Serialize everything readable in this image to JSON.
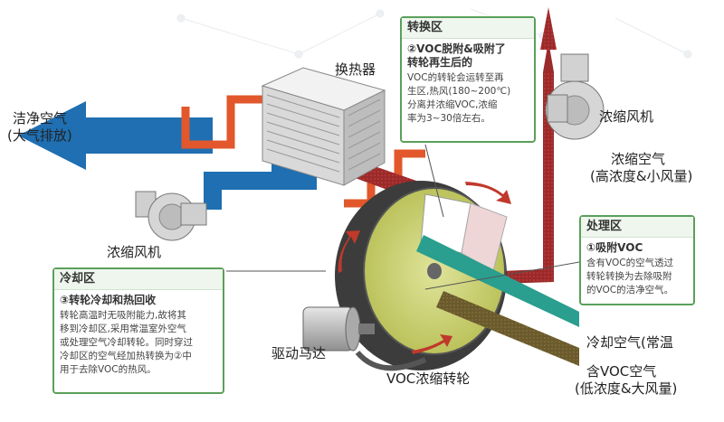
{
  "labels": {
    "heat_exchanger": "换热器",
    "clean_air_line1": "洁净空气",
    "clean_air_line2": "(大气排放)",
    "fan_left": "浓缩风机",
    "fan_right": "浓缩风机",
    "conc_air_line1": "浓缩空气",
    "conc_air_line2": "(高浓度&小风量)",
    "drive_motor": "驱动马达",
    "rotor": "VOC浓缩转轮",
    "cooling_air": "冷却空气(常温",
    "voc_air_line1": "含VOC空气",
    "voc_air_line2": "(低浓度&大风量)"
  },
  "boxes": {
    "conversion": {
      "header": "转换区",
      "title": [
        "②VOC脱附&吸附了",
        "转轮再生后的"
      ],
      "body": [
        "VOC的转轮会运转至再",
        "生区,热风(180~200℃)",
        "分离并浓缩VOC,浓缩",
        "率为3~30倍左右。"
      ]
    },
    "treatment": {
      "header": "处理区",
      "title": [
        "①吸附VOC"
      ],
      "body": [
        "含有VOC的空气透过",
        "转轮转换为去除吸附",
        "的VOC的洁净空气。"
      ]
    },
    "cooling": {
      "header": "冷却区",
      "title": [
        "③转轮冷却和热回收"
      ],
      "body": [
        "转轮高温时无吸附能力,故将其",
        "移到冷却区,采用常温室外空气",
        "或处理空气冷却转轮。同时穿过",
        "冷却区的空气经加热转换为②中",
        "用于去除VOC的热风。"
      ]
    }
  },
  "colors": {
    "blue": "#1f6fb2",
    "red_brown": "#9b2a2a",
    "orange": "#e2572b",
    "teal": "#2a9e8f",
    "olive": "#6b5a2c",
    "rotor_face": "#c9cf6a",
    "box_border": "#5aa05a"
  }
}
